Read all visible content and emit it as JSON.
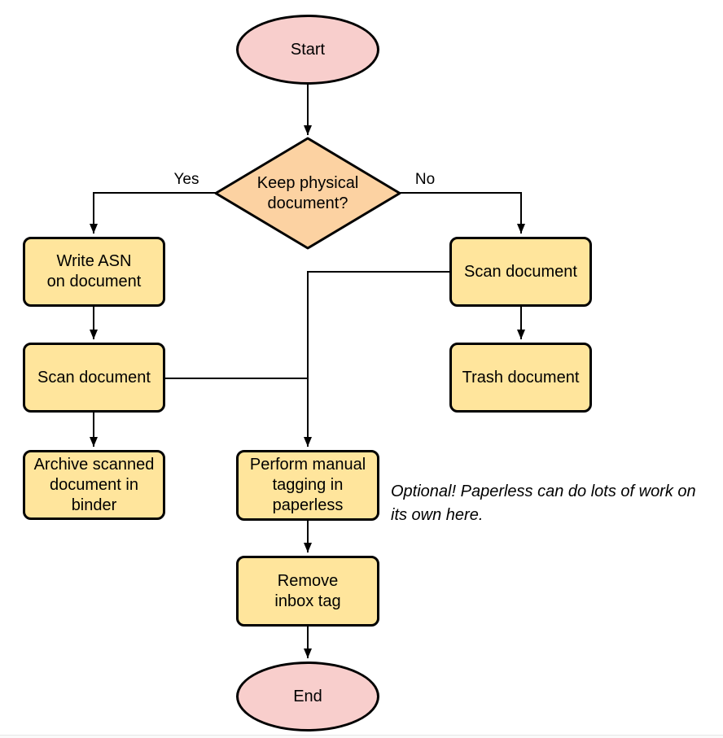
{
  "diagram": {
    "type": "flowchart",
    "nodes": {
      "start": {
        "label": "Start",
        "shape": "ellipse"
      },
      "decision": {
        "label": "Keep physical\ndocument?",
        "shape": "diamond"
      },
      "write_asn": {
        "label": "Write ASN\non document",
        "shape": "process"
      },
      "scan_left": {
        "label": "Scan document",
        "shape": "process"
      },
      "archive": {
        "label": "Archive scanned\ndocument in\nbinder",
        "shape": "process"
      },
      "scan_right": {
        "label": "Scan document",
        "shape": "process"
      },
      "trash": {
        "label": "Trash document",
        "shape": "process"
      },
      "tagging": {
        "label": "Perform manual\ntagging in\npaperless",
        "shape": "process"
      },
      "remove_inbox": {
        "label": "Remove\ninbox tag",
        "shape": "process"
      },
      "end": {
        "label": "End",
        "shape": "ellipse"
      }
    },
    "edge_labels": {
      "yes": "Yes",
      "no": "No"
    },
    "annotation": "Optional! Paperless can do lots of work on\nits own here.",
    "edges": [
      "start -> decision",
      "decision -> write_asn (Yes)",
      "decision -> scan_right (No)",
      "write_asn -> scan_left",
      "scan_left -> archive",
      "scan_left -> tagging",
      "scan_right -> tagging",
      "scan_right -> trash",
      "tagging -> remove_inbox",
      "remove_inbox -> end"
    ],
    "colors": {
      "terminal_fill": "#f8cecc",
      "decision_fill": "#fcd2a2",
      "process_fill": "#ffe59c",
      "stroke": "#000000"
    }
  }
}
